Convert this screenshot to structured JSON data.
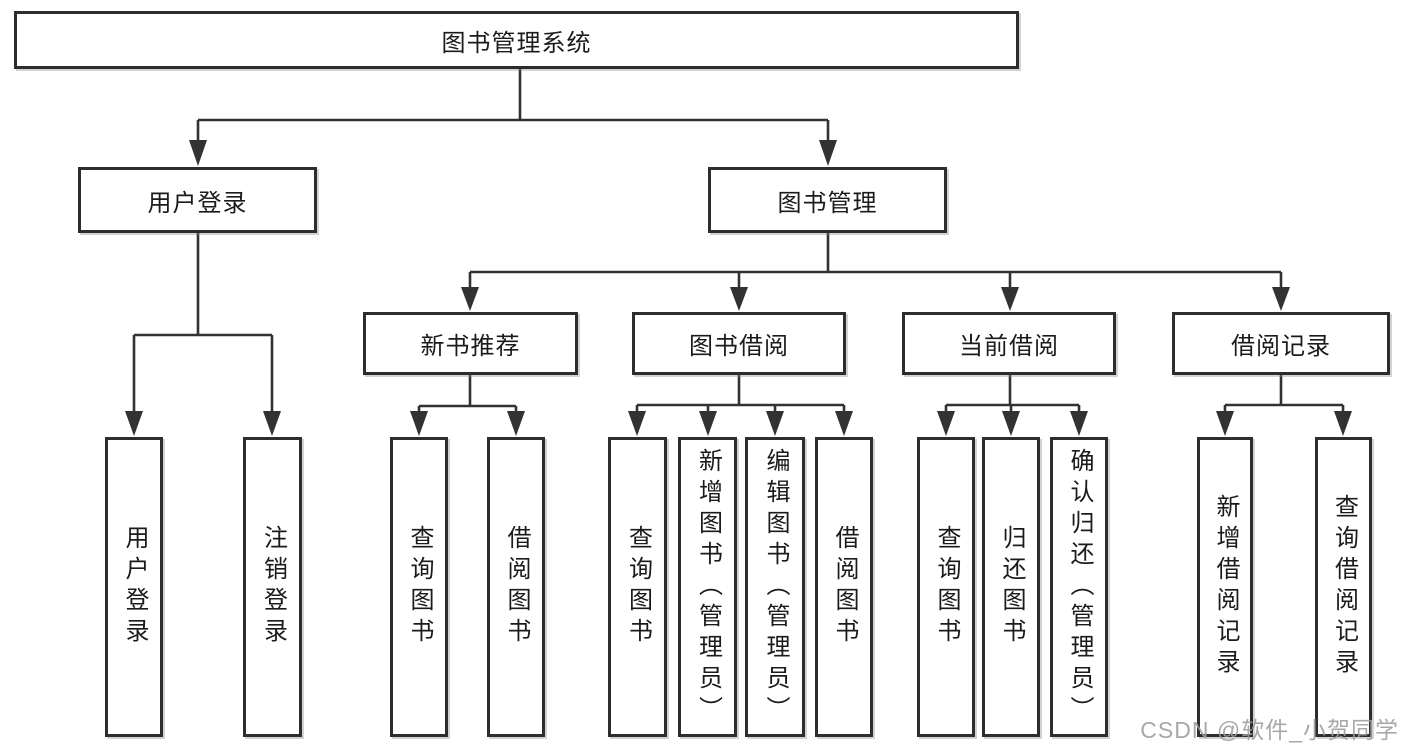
{
  "diagram": {
    "root": {
      "label": "图书管理系统"
    },
    "branches": [
      {
        "label": "用户登录",
        "leaves": [
          {
            "label": "用户登录"
          },
          {
            "label": "注销登录"
          }
        ]
      },
      {
        "label": "图书管理",
        "groups": [
          {
            "label": "新书推荐",
            "leaves": [
              {
                "label": "查询图书"
              },
              {
                "label": "借阅图书"
              }
            ]
          },
          {
            "label": "图书借阅",
            "leaves": [
              {
                "label": "查询图书"
              },
              {
                "label": "新增图书（管理员）"
              },
              {
                "label": "编辑图书（管理员）"
              },
              {
                "label": "借阅图书"
              }
            ]
          },
          {
            "label": "当前借阅",
            "leaves": [
              {
                "label": "查询图书"
              },
              {
                "label": "归还图书"
              },
              {
                "label": "确认归还（管理员）"
              }
            ]
          },
          {
            "label": "借阅记录",
            "leaves": [
              {
                "label": "新增借阅记录"
              },
              {
                "label": "查询借阅记录"
              }
            ]
          }
        ]
      }
    ]
  },
  "watermark": {
    "text": "CSDN @软件_小贺同学"
  },
  "colors": {
    "background": "#ffffff",
    "line": "#323232",
    "box_border": "#2d2d2d",
    "text": "#1b1b1b",
    "watermark": "#9e9e9e"
  }
}
